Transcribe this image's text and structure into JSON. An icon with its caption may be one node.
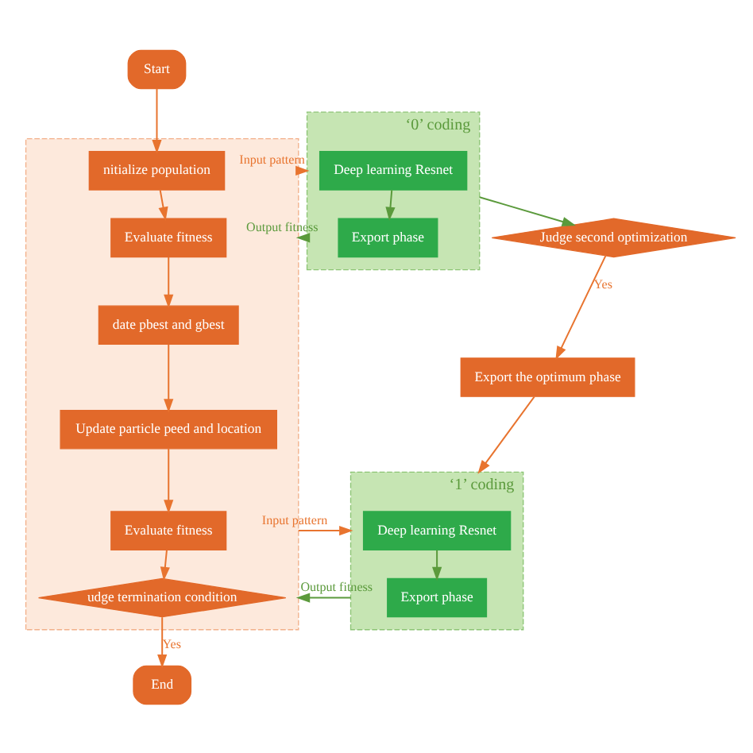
{
  "diagram": {
    "nodes": [
      {
        "text": [
          "Start"
        ]
      },
      {
        "text": [],
        "shape": "box"
      },
      {
        "text": [
          "nitialize population"
        ],
        "in": 1
      },
      {
        "text": [
          "Evaluate fitness"
        ],
        "in": 1
      },
      {
        "text": [
          "date pbest and gbest"
        ],
        "in": 1
      },
      {
        "text": [
          "Update particle peed and location"
        ],
        "in": 1
      },
      {
        "text": [
          "Evaluate fitness"
        ],
        "in": 1
      },
      {
        "text": [
          "udge termination condition"
        ],
        "in": 1
      },
      {
        "text": [
          "End"
        ]
      },
      {
        "text": [],
        "shape": "box",
        "beside": [
          "‘0’ coding"
        ]
      },
      {
        "text": [
          "Deep learning Resnet"
        ],
        "in": 9
      },
      {
        "text": [
          "Export phase"
        ],
        "in": 9
      },
      {
        "text": [
          "Judge second optimization"
        ]
      },
      {
        "text": [
          "Export the optimum phase"
        ]
      },
      {
        "text": [],
        "shape": "box",
        "beside": [
          "‘1’ coding"
        ]
      },
      {
        "text": [
          "Deep learning Resnet"
        ],
        "in": 14
      },
      {
        "text": [
          "Export phase"
        ],
        "in": 14
      }
    ],
    "edges": [
      {
        "from": 0,
        "to": 2,
        "arrow": "to"
      },
      {
        "from": 2,
        "to": 3,
        "arrow": "to"
      },
      {
        "from": 3,
        "to": 4,
        "arrow": "to"
      },
      {
        "from": 4,
        "to": 5,
        "arrow": "to"
      },
      {
        "from": 5,
        "to": 6,
        "arrow": "to"
      },
      {
        "from": 6,
        "to": 7,
        "arrow": "to"
      },
      {
        "from": 7,
        "to": 8,
        "arrow": "to",
        "label": "Yes"
      },
      {
        "from": 1,
        "to": 9,
        "arrow": "to",
        "label": "Input pattern"
      },
      {
        "from": 9,
        "to": 1,
        "arrow": "to",
        "label": "Output fitness",
        "color": "#5b9a3c"
      },
      {
        "from": 10,
        "to": 11,
        "arrow": "to",
        "color": "#5b9a3c"
      },
      {
        "from": 9,
        "to": 12,
        "arrow": "to",
        "color": "#5b9a3c"
      },
      {
        "from": 12,
        "to": 13,
        "arrow": "to",
        "label": "Yes"
      },
      {
        "from": 13,
        "to": 14,
        "arrow": "to"
      },
      {
        "from": 1,
        "to": 14,
        "arrow": "to",
        "label": "Input pattern"
      },
      {
        "from": 14,
        "to": 1,
        "arrow": "to",
        "label": "Output fitness",
        "color": "#5b9a3c"
      },
      {
        "from": 15,
        "to": 16,
        "arrow": "to",
        "color": "#5b9a3c"
      }
    ]
  }
}
